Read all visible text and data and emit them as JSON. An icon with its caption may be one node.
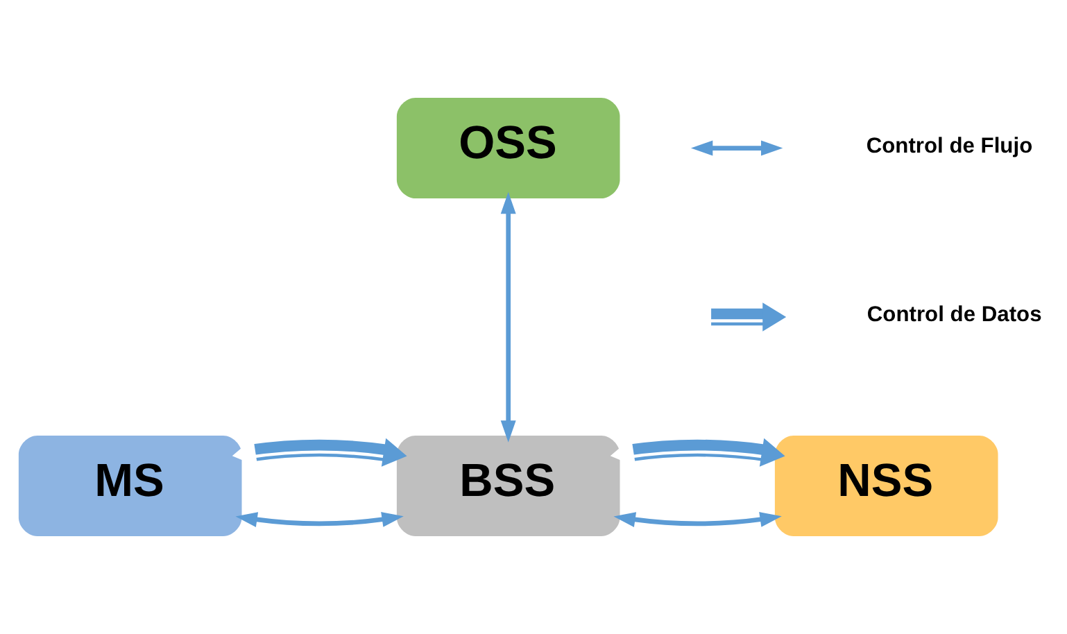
{
  "diagram": {
    "nodes": [
      {
        "text": [
          "OSS"
        ]
      },
      {
        "text": [
          "MS"
        ]
      },
      {
        "text": [
          "BSS"
        ]
      },
      {
        "text": [
          "NSS"
        ]
      }
    ],
    "edges": [
      {
        "from": 0,
        "to": 2,
        "arrow": "both"
      },
      {
        "from": 1,
        "to": 2,
        "arrow": "both"
      },
      {
        "from": 1,
        "to": 2,
        "arrow": "both",
        "style": "thick"
      },
      {
        "from": 2,
        "to": 3,
        "arrow": "both"
      },
      {
        "from": 2,
        "to": 3,
        "arrow": "both",
        "style": "thick"
      }
    ],
    "legend": [
      {
        "text": "Control de Flujo"
      },
      {
        "text": "Control de Datos"
      }
    ]
  }
}
